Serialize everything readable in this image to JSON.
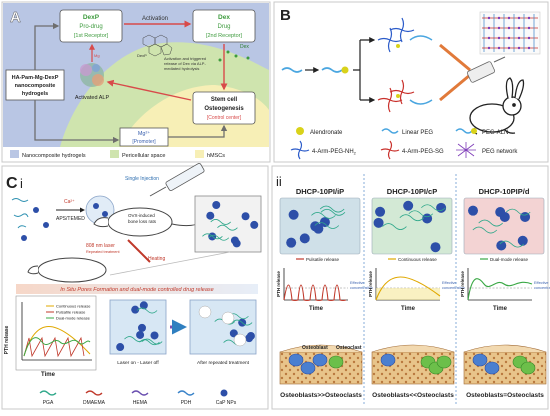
{
  "panel_a": {
    "letter": "A",
    "dexp": {
      "title": "DexP",
      "line1": "Pro-drug",
      "line2": "[1st Receptor]"
    },
    "activation": "Activation",
    "dex": {
      "title": "Dex",
      "line1": "Drug",
      "line2": "[2nd Receptor]"
    },
    "dex_label": "Dex",
    "dexp_small": "DexP",
    "mech_note": [
      "Activation and triggered",
      "release of Dex via ALP-",
      "mediated hydrolysis"
    ],
    "hydrogel": [
      "HA-Pam-Mg-DexP",
      "nanocomposite",
      "hydrogels"
    ],
    "alp": "Activated ALP",
    "mg_label": "Mg",
    "stem": {
      "line1": "Stem cell",
      "line2": "Osteogenesis",
      "line3": "[Control center]"
    },
    "mg_box": {
      "title": "Mg²⁺",
      "sub": "[Promoter]"
    },
    "legend": [
      {
        "label": "Nanocomposite hydrogels",
        "color": "#b9c6e4"
      },
      {
        "label": "Pericellular space",
        "color": "#cfe4ae"
      },
      {
        "label": "hMSCs",
        "color": "#f7efb6"
      }
    ]
  },
  "panel_b": {
    "letter": "B",
    "legend": [
      {
        "label": "Alendronate"
      },
      {
        "label": "Linear PEG"
      },
      {
        "label": "PEG-ALN"
      },
      {
        "label": "4-Arm-PEG-NH",
        "sub": "2"
      },
      {
        "label": "4-Arm-PEG-SG"
      },
      {
        "label": "PEG network"
      }
    ]
  },
  "panel_c": {
    "letter": "C",
    "roman": "i",
    "ca_label": "Ca²⁺",
    "aps": "APS/TEMED",
    "single_injection": "Single Injection",
    "ovx": [
      "OVX-induced",
      "bone loss rats"
    ],
    "laser": [
      "808 nm laser",
      "Repeated treatment"
    ],
    "heating": "Heating",
    "banner": "In Situ Pores Formation and dual-mode controlled drug release",
    "modes": [
      "Continuous release",
      "Pulsatile release",
      "Dual-mode release"
    ],
    "y_axis": "PTH release",
    "x_axis": "Time",
    "laser_on_off": "Laser on - Laser off",
    "after": "After repeated treatment",
    "legend": [
      "PGA",
      "DMAEMA",
      "HEMA",
      "PDH",
      "CaP NPs"
    ]
  },
  "panel_ii": {
    "roman": "ii",
    "columns": [
      {
        "title": "DHCP-10PI/iP",
        "release": "Pulsatile release",
        "effective": [
          "Effective",
          "concentration"
        ],
        "y": "PTH release",
        "x": "Time",
        "outcome": "Osteoblasts>>Osteoclasts",
        "bg": "#cfe0e8"
      },
      {
        "title": "DHCP-10PI/cP",
        "release": "Continuous release",
        "effective": [
          "Effective",
          "concentration"
        ],
        "y": "PTH release",
        "x": "Time",
        "outcome": "Osteoblasts<<Osteoclasts",
        "bg": "#d3e9d5"
      },
      {
        "title": "DHCP-10PIP/d",
        "release": "Dual-mode release",
        "effective": [
          "Effective",
          "concentration"
        ],
        "y": "PTH release",
        "x": "Time",
        "outcome": "Osteoblasts=Osteoclasts",
        "bg": "#f3d3d3"
      }
    ],
    "osteoblast": "Osteoblast",
    "osteoclast": "Osteoclast"
  },
  "colors": {
    "green_title": "#3e9b3e",
    "red_arrow": "#d84a4a",
    "gray_arrow": "#6e6e6e",
    "blue_text": "#3d63b0",
    "pulsatile": "#c0392b",
    "continuous": "#e0a800",
    "dual": "#3aa845"
  }
}
